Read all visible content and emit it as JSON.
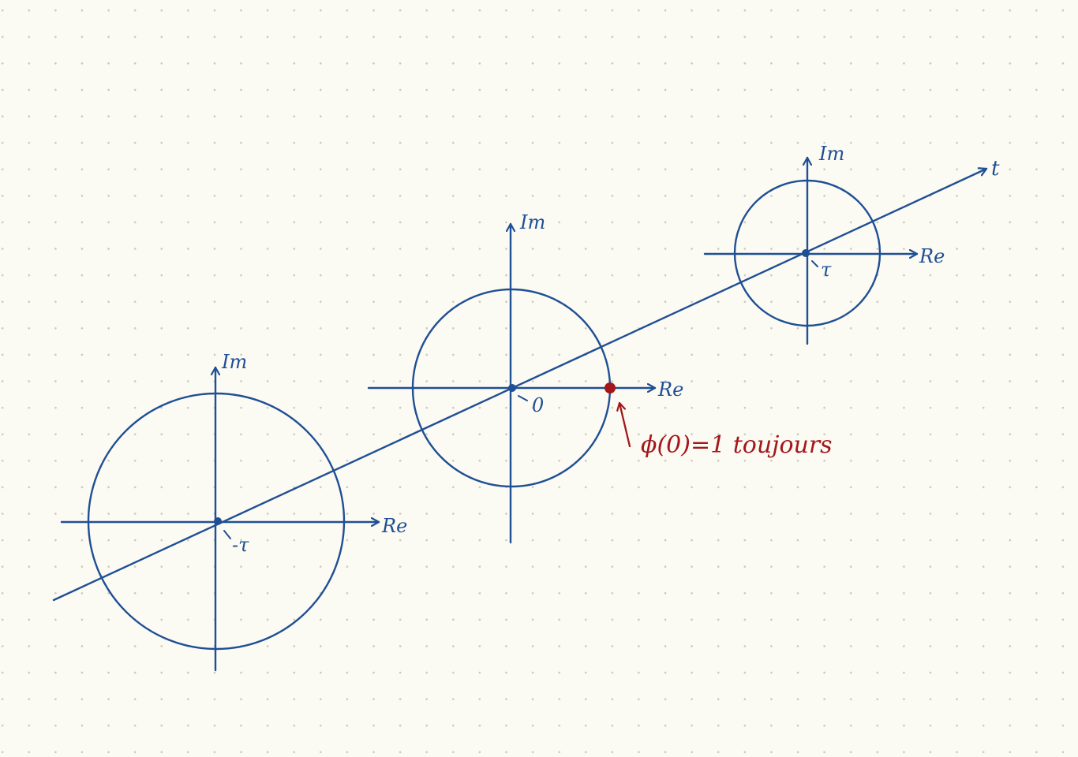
{
  "diagram": {
    "axis_label_t": "t",
    "planes": [
      {
        "id": "left",
        "re_label": "Re",
        "im_label": "Im",
        "origin_label": "-τ"
      },
      {
        "id": "middle",
        "re_label": "Re",
        "im_label": "Im",
        "origin_label": "0"
      },
      {
        "id": "right",
        "re_label": "Re",
        "im_label": "Im",
        "origin_label": "τ"
      }
    ],
    "annotation": "ϕ(0)=1 toujours",
    "colors": {
      "ink": "#1f4f94",
      "highlight": "#a3171b",
      "paper": "#fbfaf3"
    }
  }
}
